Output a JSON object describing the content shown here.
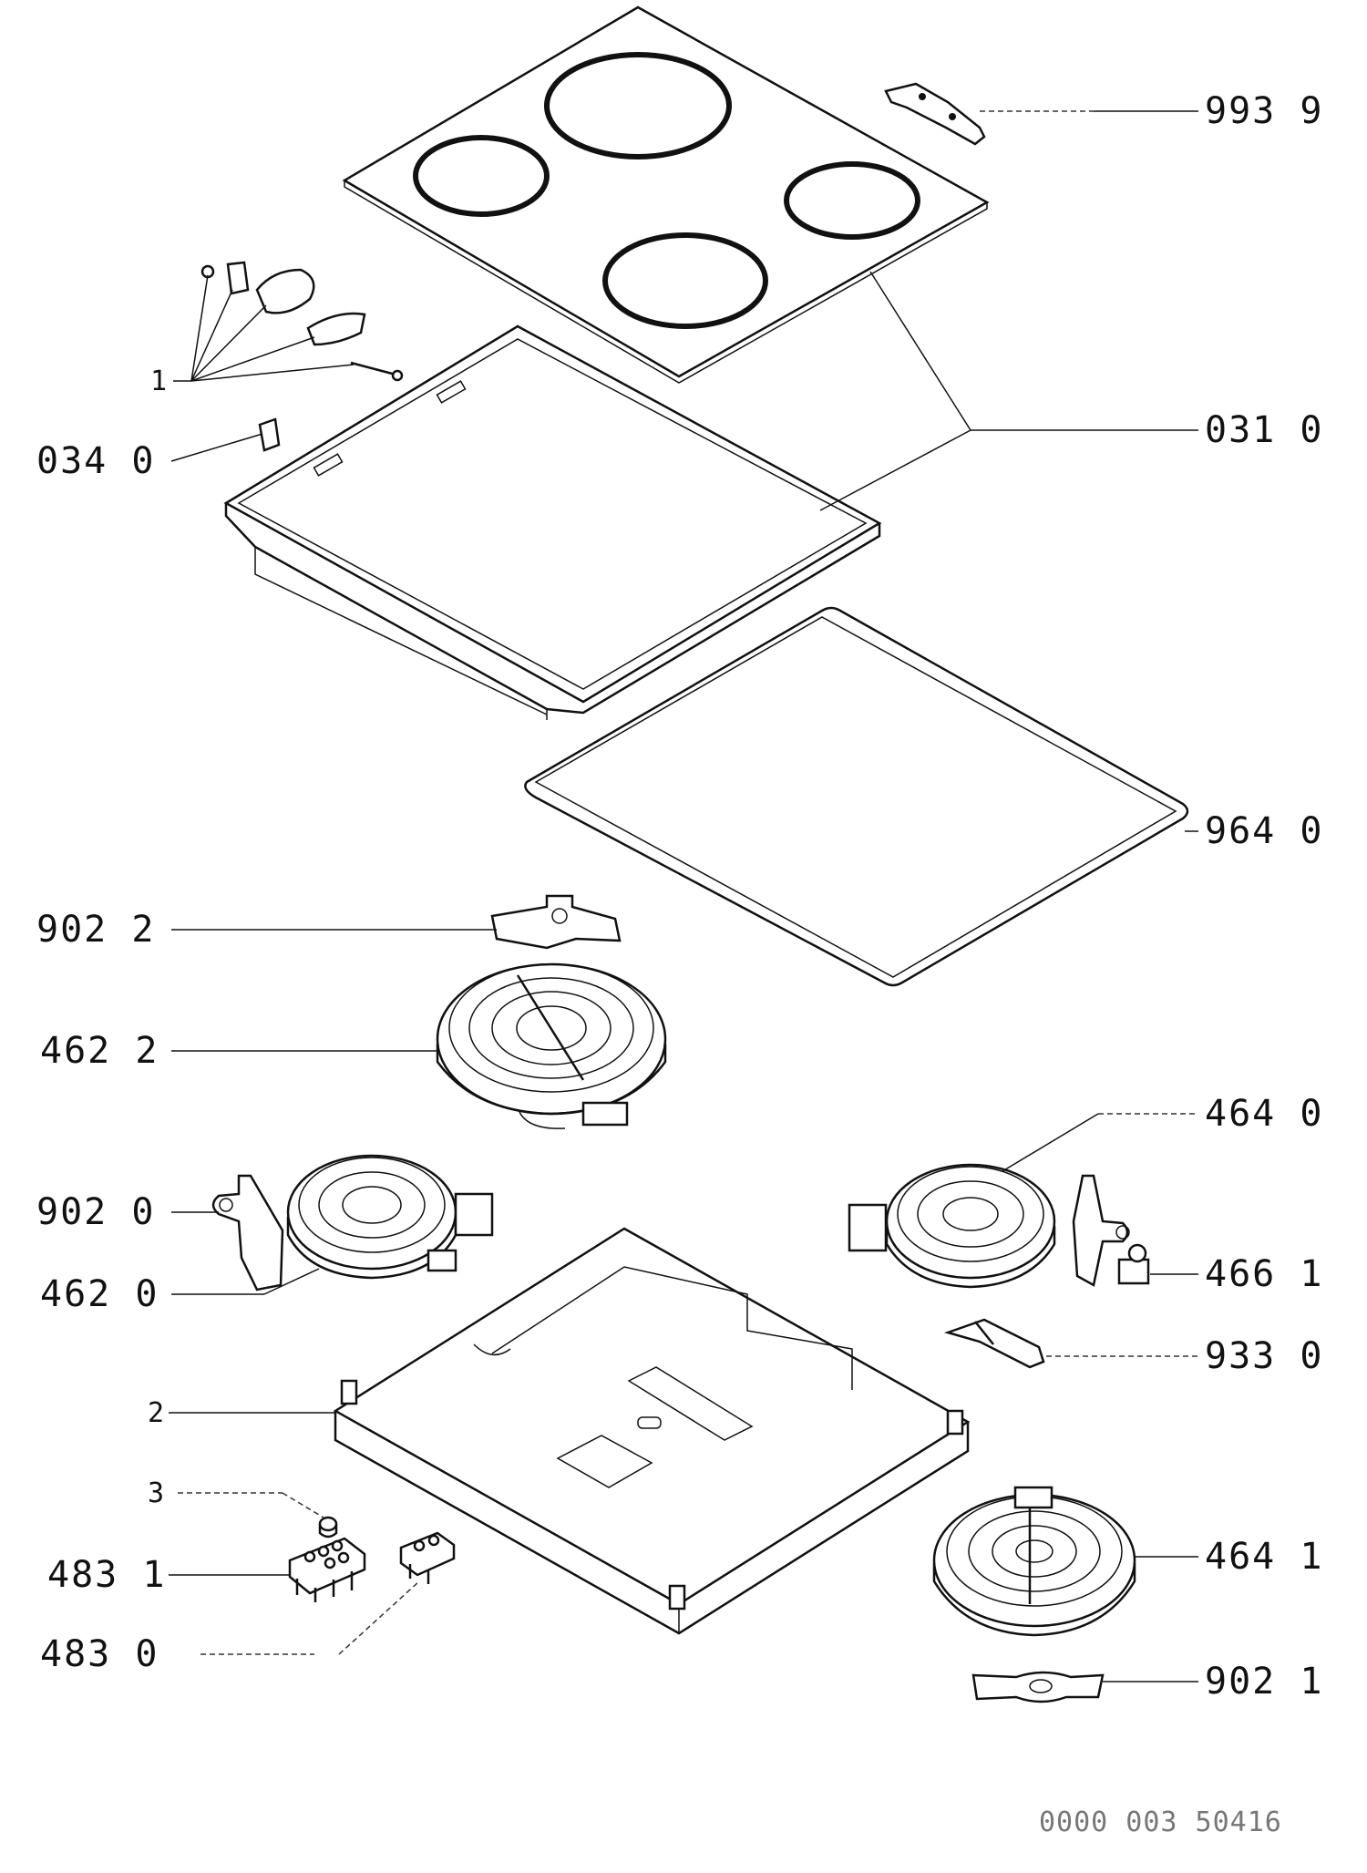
{
  "labels": {
    "l_993_9": "993 9",
    "l_031_0": "031 0",
    "l_034_0": "034 0",
    "l_1": "1",
    "l_964_0": "964 0",
    "l_902_2": "902 2",
    "l_462_2": "462 2",
    "l_464_0": "464 0",
    "l_902_0": "902 0",
    "l_462_0": "462 0",
    "l_466_1": "466 1",
    "l_933_0": "933 0",
    "l_2": "2",
    "l_3": "3",
    "l_483_1": "483 1",
    "l_483_0": "483 0",
    "l_464_1": "464 1",
    "l_902_1": "902 1"
  },
  "drawing_code": "0000 003 50416"
}
